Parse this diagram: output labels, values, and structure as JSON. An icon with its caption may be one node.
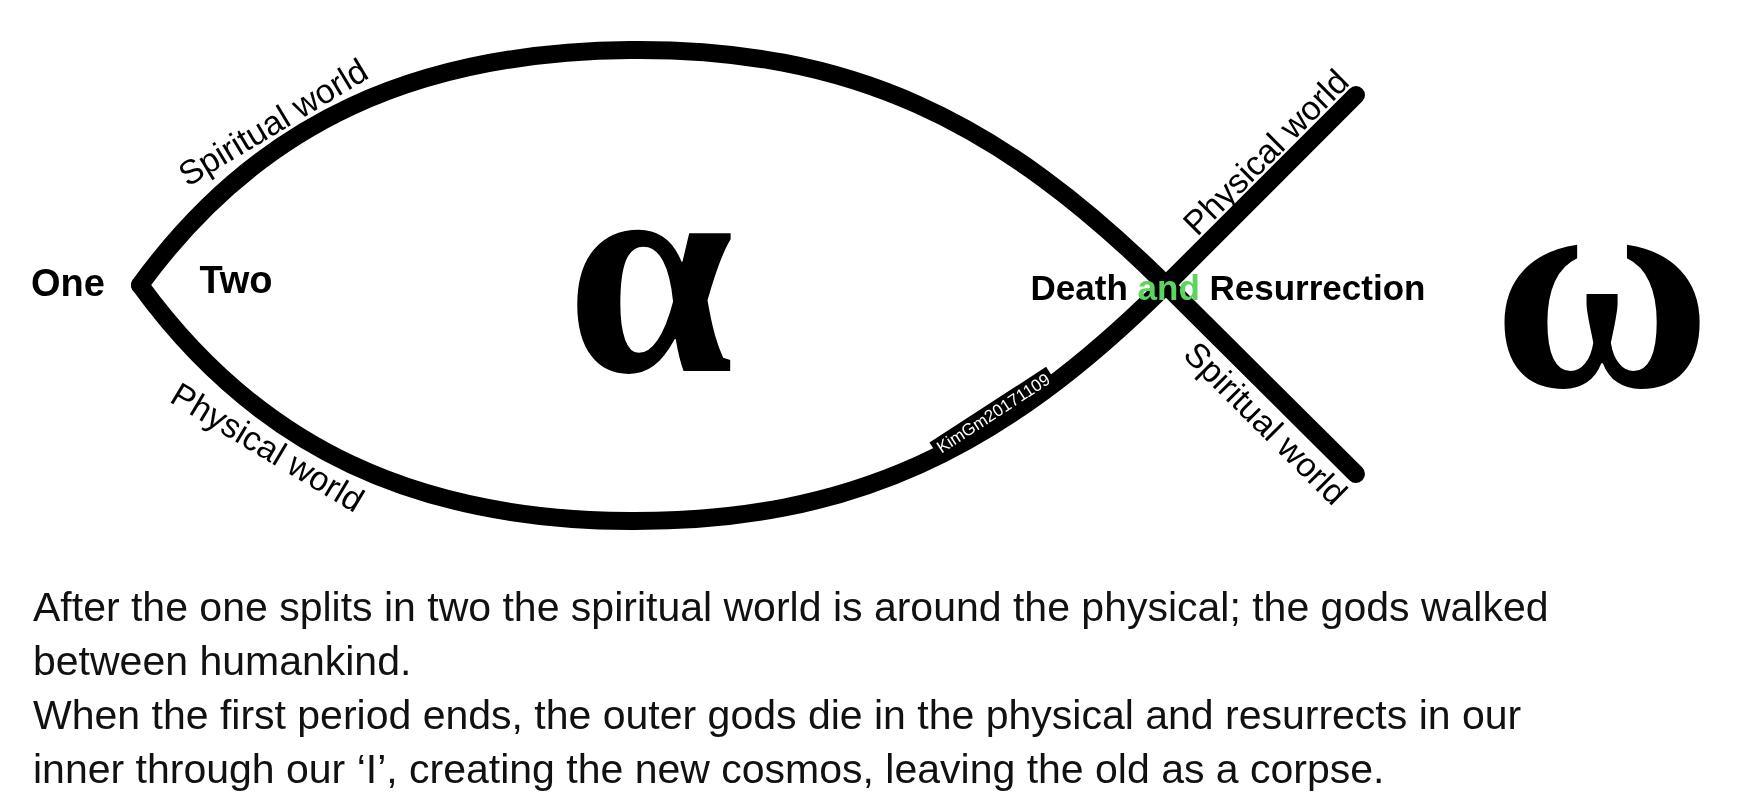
{
  "diagram": {
    "labels": [
      "Spiritual world",
      "One",
      "Two",
      "α",
      "Physical world",
      "Death and Resurrection",
      "ω",
      "Spiritual world",
      "KimGm20171109",
      "Physical world",
      "After the one splits in two the spiritual world is around the physical; the gods walked between humankind.",
      "When the first period ends, the outer gods die in the physical and resurrects in our inner through our ‘I’, creating the new cosmos, leaving the old as a corpse."
    ]
  }
}
